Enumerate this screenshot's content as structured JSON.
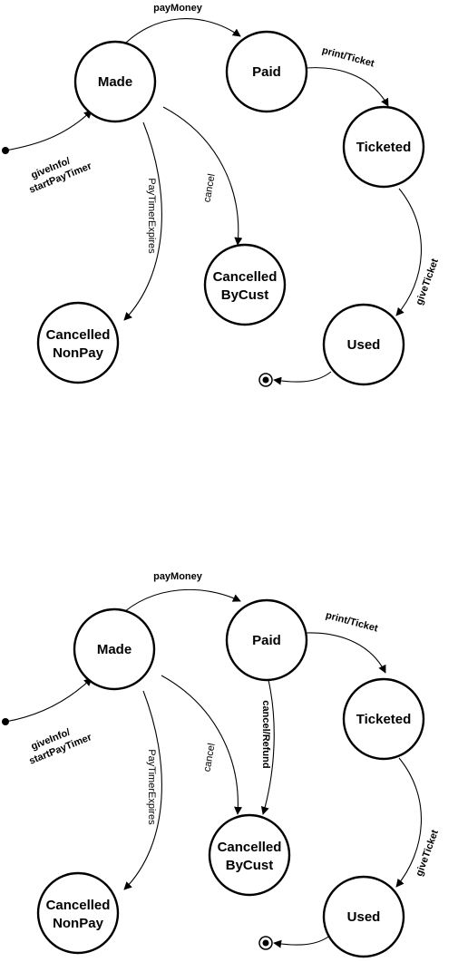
{
  "diagrams": [
    {
      "states": {
        "made": "Made",
        "paid": "Paid",
        "ticketed": "Ticketed",
        "used": "Used",
        "cancelled_bycust": [
          "Cancelled",
          "ByCust"
        ],
        "cancelled_nonpay": [
          "Cancelled",
          "NonPay"
        ]
      },
      "transitions": {
        "pay_money": "payMoney",
        "print_ticket": "print/Ticket",
        "give_ticket": "giveTicket",
        "cancel": "cancel",
        "pay_timer_expires": "PayTimerExpires",
        "give_info": [
          "giveInfo/",
          "startPayTimer"
        ]
      }
    },
    {
      "states": {
        "made": "Made",
        "paid": "Paid",
        "ticketed": "Ticketed",
        "used": "Used",
        "cancelled_bycust": [
          "Cancelled",
          "ByCust"
        ],
        "cancelled_nonpay": [
          "Cancelled",
          "NonPay"
        ]
      },
      "transitions": {
        "pay_money": "payMoney",
        "print_ticket": "print/Ticket",
        "give_ticket": "giveTicket",
        "cancel": "cancel",
        "cancel_refund": "cancel/Refund",
        "pay_timer_expires": "PayTimerExpires",
        "give_info": [
          "giveInfo/",
          "startPayTimer"
        ]
      }
    }
  ]
}
